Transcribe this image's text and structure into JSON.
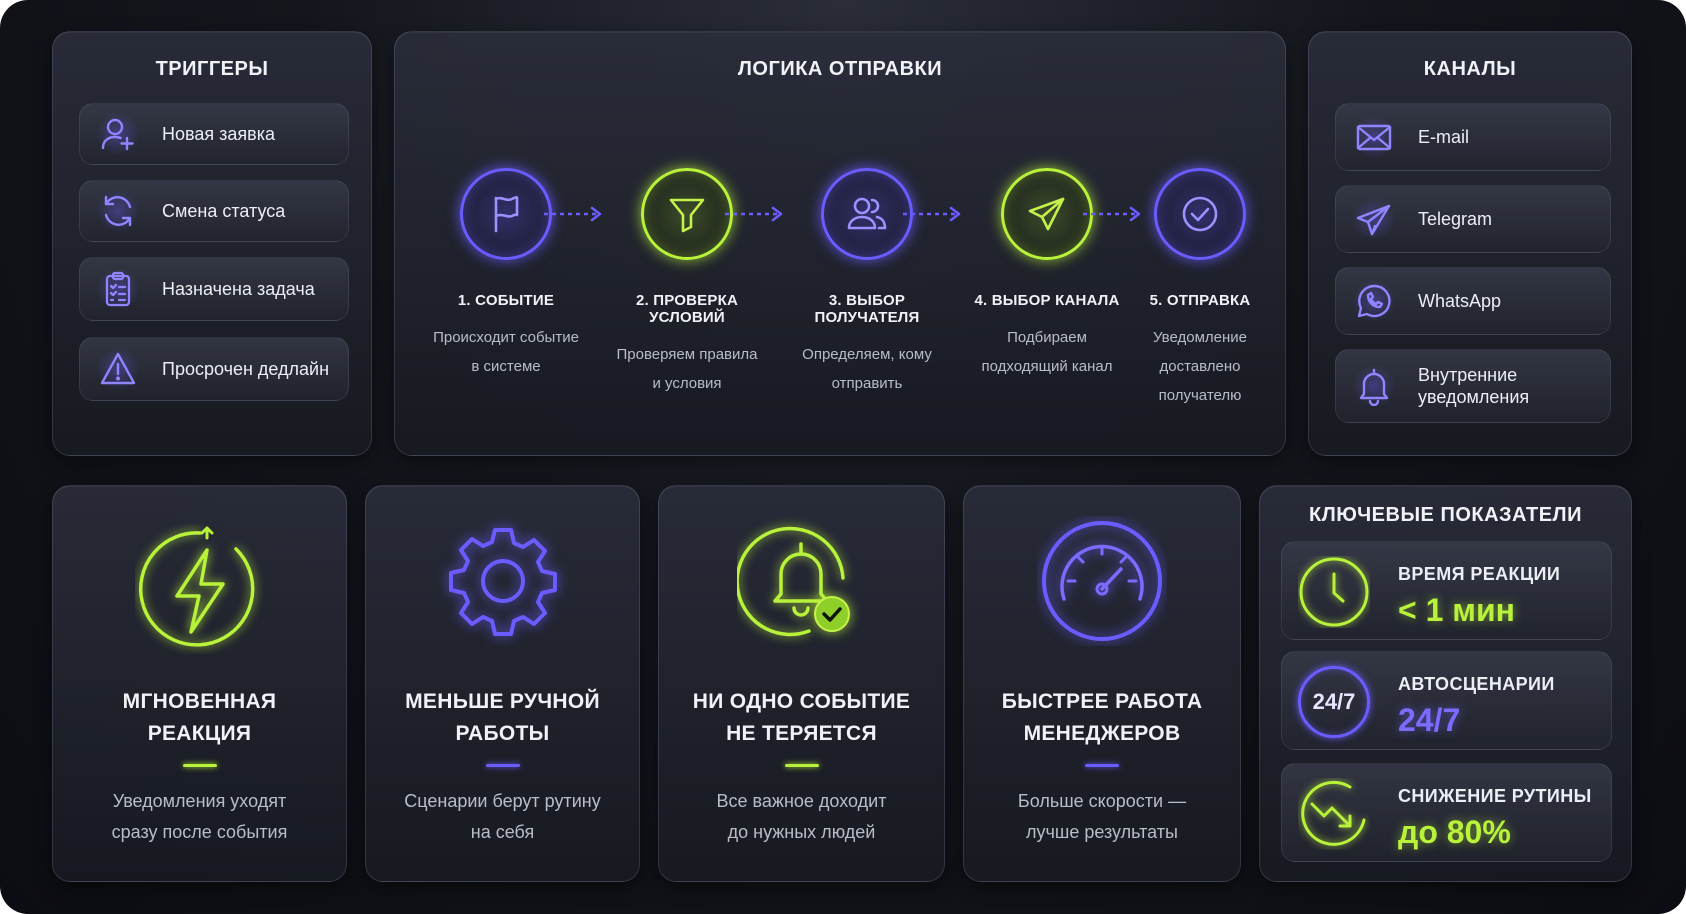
{
  "colors": {
    "violet": "#6b5cff",
    "green": "#b9f23a",
    "background": "#0c0d12"
  },
  "triggers": {
    "title": "ТРИГГЕРЫ",
    "items": [
      {
        "label": "Новая заявка",
        "icon": "user-plus-icon"
      },
      {
        "label": "Смена статуса",
        "icon": "refresh-icon"
      },
      {
        "label": "Назначена задача",
        "icon": "clipboard-checklist-icon"
      },
      {
        "label": "Просрочен дедлайн",
        "icon": "warning-icon"
      }
    ]
  },
  "flow": {
    "title": "ЛОГИКА ОТПРАВКИ",
    "steps": [
      {
        "title": "1. СОБЫТИЕ",
        "desc1": "Происходит событие",
        "desc2": "в системе",
        "desc3": "",
        "icon": "flag-icon"
      },
      {
        "title": "2. ПРОВЕРКА УСЛОВИЙ",
        "desc1": "Проверяем правила",
        "desc2": "и условия",
        "desc3": "",
        "icon": "filter-icon"
      },
      {
        "title": "3. ВЫБОР ПОЛУЧАТЕЛЯ",
        "desc1": "Определяем, кому",
        "desc2": "отправить",
        "desc3": "",
        "icon": "users-icon"
      },
      {
        "title": "4. ВЫБОР КАНАЛА",
        "desc1": "Подбираем",
        "desc2": "подходящий канал",
        "desc3": "",
        "icon": "send-icon"
      },
      {
        "title": "5. ОТПРАВКА",
        "desc1": "Уведомление",
        "desc2": "доставлено",
        "desc3": "получателю",
        "icon": "check-circle-icon"
      }
    ]
  },
  "channels": {
    "title": "КАНАЛЫ",
    "items": [
      {
        "label": "E-mail",
        "icon": "mail-icon"
      },
      {
        "label": "Telegram",
        "icon": "telegram-icon"
      },
      {
        "label": "WhatsApp",
        "icon": "whatsapp-icon"
      },
      {
        "label1": "Внутренние",
        "label2": "уведомления",
        "icon": "bell-icon"
      }
    ]
  },
  "benefits": [
    {
      "title1": "МГНОВЕННАЯ",
      "title2": "РЕАКЦИЯ",
      "desc1": "Уведомления уходят",
      "desc2": "сразу после события",
      "icon": "lightning-icon"
    },
    {
      "title1": "МЕНЬШЕ РУЧНОЙ",
      "title2": "РАБОТЫ",
      "desc1": "Сценарии берут рутину",
      "desc2": "на себя",
      "icon": "gear-icon"
    },
    {
      "title1": "НИ ОДНО СОБЫТИЕ",
      "title2": "НЕ ТЕРЯЕТСЯ",
      "desc1": "Все важное доходит",
      "desc2": "до нужных людей",
      "icon": "bell-check-icon"
    },
    {
      "title1": "БЫСТРЕЕ РАБОТА",
      "title2": "МЕНЕДЖЕРОВ",
      "desc1": "Больше скорости —",
      "desc2": "лучше результаты",
      "icon": "speedometer-icon"
    }
  ],
  "kpis": {
    "title": "КЛЮЧЕВЫЕ ПОКАЗАТЕЛИ",
    "items": [
      {
        "label": "ВРЕМЯ РЕАКЦИИ",
        "value": "< 1 мин",
        "icon": "clock-icon"
      },
      {
        "label": "АВТОСЦЕНАРИИ",
        "value": "24/7",
        "icon_text": "24/7",
        "icon": "24-7-icon"
      },
      {
        "label": "СНИЖЕНИЕ РУТИНЫ",
        "value": "до 80%",
        "icon": "trend-down-icon"
      }
    ]
  }
}
